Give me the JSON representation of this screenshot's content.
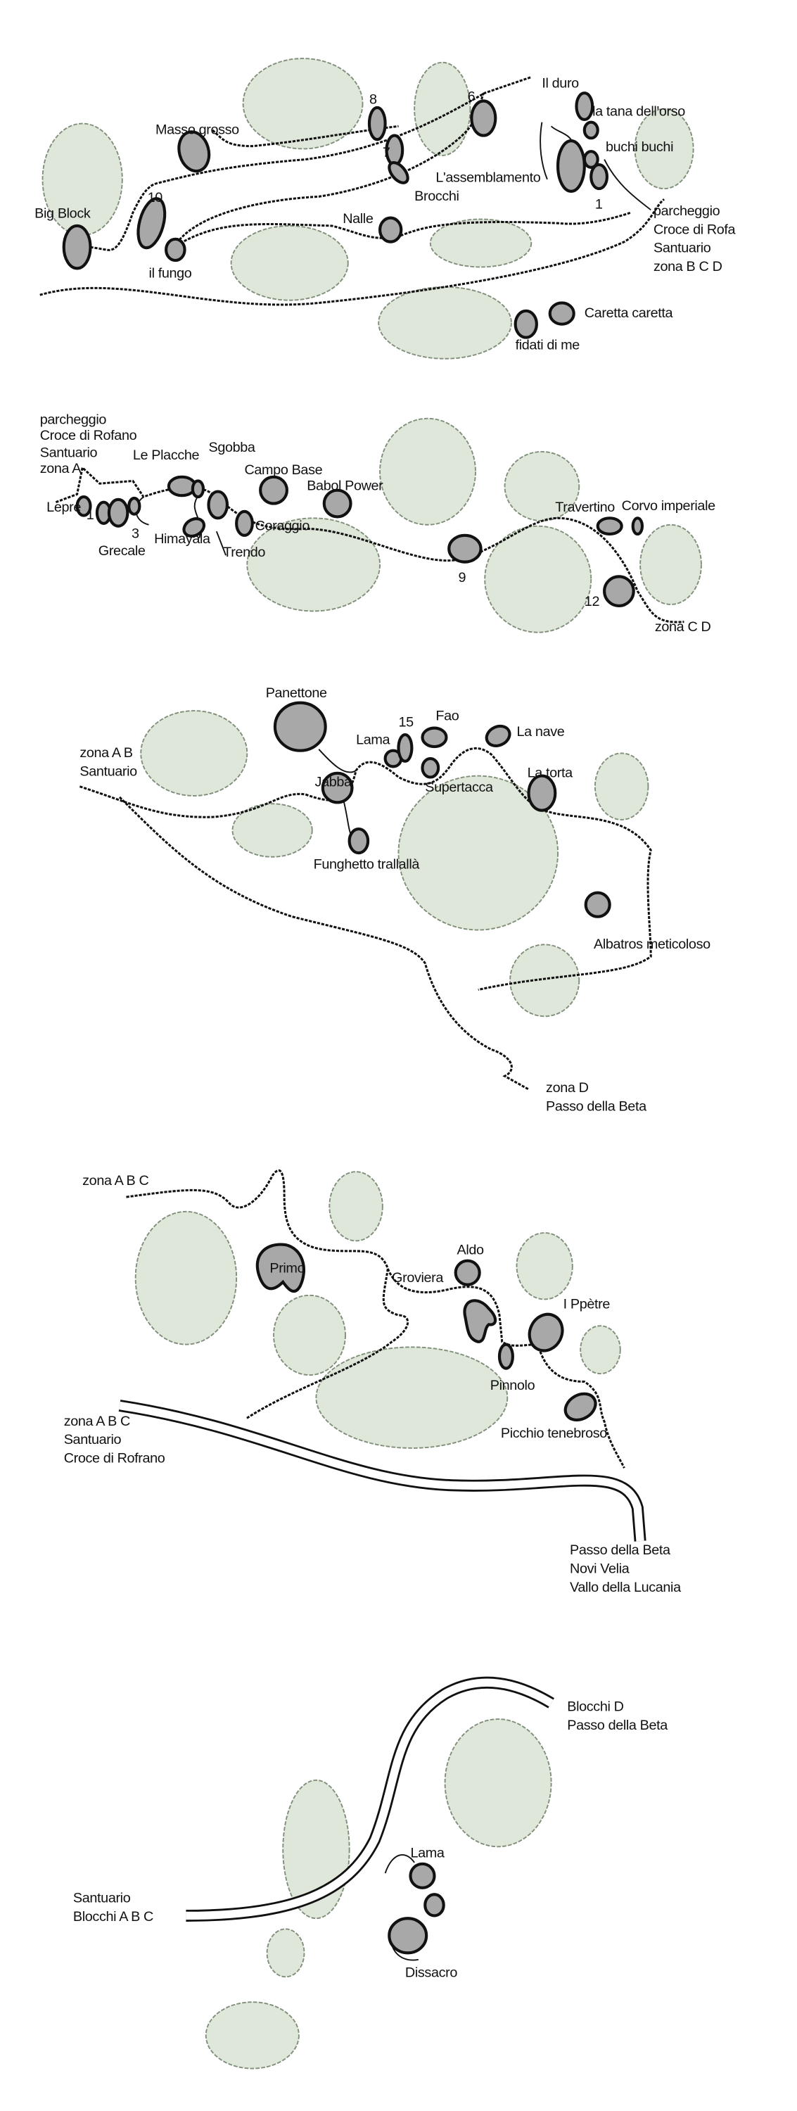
{
  "colors": {
    "tree_fill": "#dfe6da",
    "tree_stroke": "#7f8f7a",
    "boulder_fill": "#a8a8a8",
    "line": "#111111"
  },
  "maps": [
    {
      "labels": [
        "Masso grosso",
        "8",
        "6",
        "Il duro",
        "la tana dell'orso",
        "buchi buchi",
        "7",
        "L'assemblamento",
        "Brocchi",
        "10",
        "Big Block",
        "Nalle",
        "1",
        "parcheggio",
        "Croce di Rofa",
        "Santuario",
        "zona B C D",
        "il fungo",
        "Caretta caretta",
        "fidati di me"
      ]
    },
    {
      "labels": [
        "parcheggio",
        "Croce di Rofano",
        "Santuario",
        "zona A",
        "Le Placche",
        "Sgobba",
        "Campo Base",
        "Babol Power",
        "Lepre",
        "1",
        "3",
        "Coraggio",
        "Travertino",
        "Corvo imperiale",
        "Himayala",
        "Grecale",
        "Trendo",
        "9",
        "12",
        "zona C D"
      ]
    },
    {
      "labels": [
        "Panettone",
        "15",
        "Fao",
        "Lama",
        "La nave",
        "zona A B",
        "Santuario",
        "Jabba",
        "Supertacca",
        "La torta",
        "Funghetto trallallà",
        "Albatros meticoloso",
        "zona D",
        "Passo della Beta"
      ]
    },
    {
      "labels": [
        "zona A B C",
        "Aldo",
        "Primo",
        "Groviera",
        "I Ppètre",
        "Pinnolo",
        "zona A B C",
        "Santuario",
        "Croce di Rofrano",
        "Picchio tenebroso",
        "Passo della Beta",
        "Novi Velia",
        "Vallo della Lucania"
      ]
    },
    {
      "labels": [
        "Blocchi D",
        "Passo della Beta",
        "Lama",
        "Santuario",
        "Blocchi A B C",
        "Dissacro"
      ]
    }
  ]
}
